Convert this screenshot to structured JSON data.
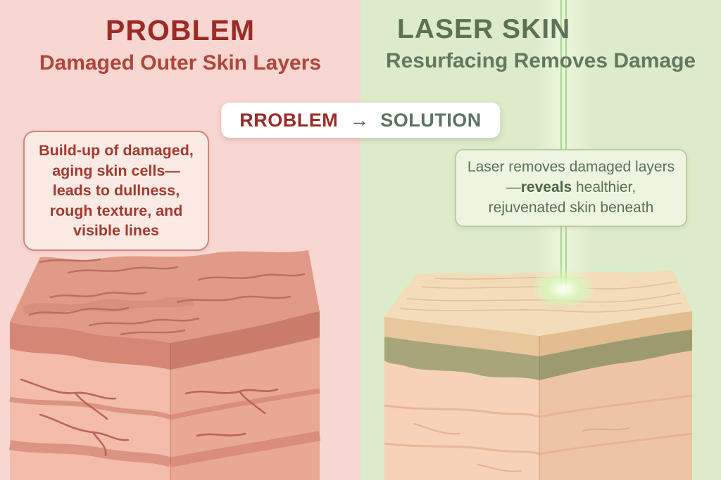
{
  "badge": {
    "problem_label": "RROBLEM",
    "arrow": "→",
    "solution_label": "SOLUTION"
  },
  "left_panel": {
    "title": "PROBLEM",
    "subtitle": "Damaged Outer Skin Layers",
    "callout_text": "Build-up of damaged,\naging skin cells—\nleads to dullness,\nrough texture, and\nvisible lines",
    "illustration": "damaged-skin-cross-section",
    "colors": {
      "background": "#f8d6d1",
      "title": "#9c2b26",
      "subtitle": "#b0453b",
      "callout_text": "#a23a30",
      "callout_border": "#cb8879"
    }
  },
  "right_panel": {
    "title": "LASER SKIN",
    "subtitle": "Resurfacing Removes Damage",
    "callout": {
      "line1": "Laser removes damaged layers",
      "line2_prefix": "—",
      "line2_bold": "reveals",
      "line2_suffix": " healthier,",
      "line3": "rejuvenated skin beneath"
    },
    "illustration": "laser-resurfaced-skin-cross-section",
    "colors": {
      "background": "#dcebc9",
      "title": "#5d7156",
      "subtitle": "#617861",
      "laser_beam": "#abd596",
      "laser_glow": "#d8f2b8"
    }
  }
}
